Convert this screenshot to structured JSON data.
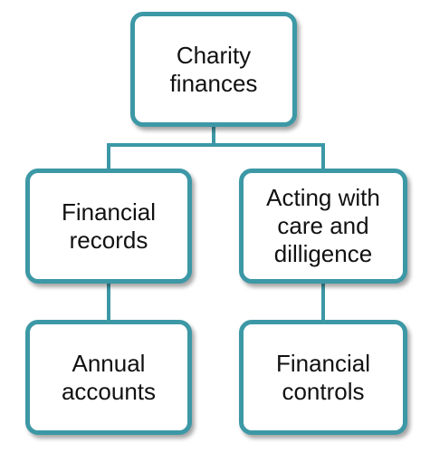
{
  "diagram": {
    "type": "hierarchy",
    "colors": {
      "border": "#3d98a6",
      "fill": "#ffffff",
      "text": "#111111"
    },
    "nodes": {
      "root": {
        "label": "Charity\nfinances"
      },
      "left": {
        "label": "Financial\nrecords"
      },
      "right": {
        "label": "Acting with\ncare and\ndilligence"
      },
      "bottom_left": {
        "label": "Annual\naccounts"
      },
      "bottom_right": {
        "label": "Financial\ncontrols"
      }
    },
    "edges": [
      {
        "from": "root",
        "to": "left"
      },
      {
        "from": "root",
        "to": "right"
      },
      {
        "from": "left",
        "to": "bottom_left"
      },
      {
        "from": "right",
        "to": "bottom_right"
      }
    ]
  }
}
